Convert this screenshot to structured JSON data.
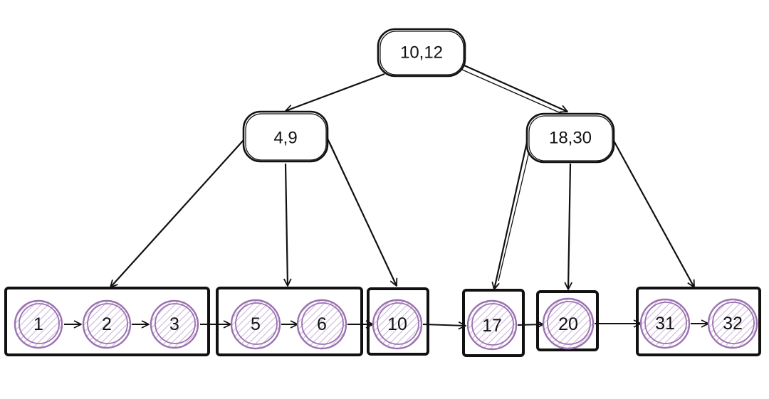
{
  "tree": {
    "root": {
      "label": "10,12"
    },
    "internal": [
      {
        "label": "4,9"
      },
      {
        "label": "18,30"
      }
    ],
    "leaves": [
      {
        "keys": [
          "1",
          "2",
          "3"
        ]
      },
      {
        "keys": [
          "5",
          "6"
        ]
      },
      {
        "keys": [
          "10"
        ]
      },
      {
        "keys": [
          "17"
        ]
      },
      {
        "keys": [
          "20"
        ]
      },
      {
        "keys": [
          "31",
          "32"
        ]
      }
    ]
  },
  "colors": {
    "stroke": "#111111",
    "key_circle": "#9b72b0",
    "hatch": "#cdb8da",
    "background": "#ffffff"
  }
}
